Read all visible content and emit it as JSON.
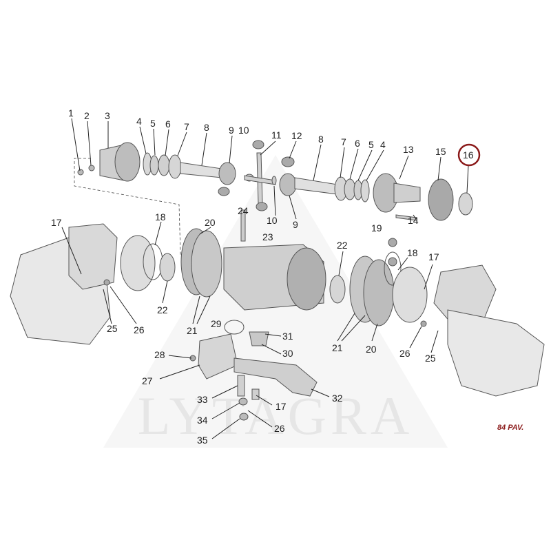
{
  "watermark": {
    "text": "LYTAGRA",
    "color": "#e6e6e6"
  },
  "page_ref": {
    "text": "84 PAV.",
    "color": "#8b1a1a"
  },
  "highlight": {
    "callout": "16",
    "color": "#8b1a1a"
  },
  "callouts": {
    "c1": "1",
    "c2": "2",
    "c3": "3",
    "c4a": "4",
    "c5a": "5",
    "c6a": "6",
    "c7a": "7",
    "c8a": "8",
    "c9a": "9",
    "c10a": "10",
    "c11": "11",
    "c12": "12",
    "c8b": "8",
    "c7b": "7",
    "c6b": "6",
    "c5b": "5",
    "c4b": "4",
    "c13": "13",
    "c15": "15",
    "c16": "16",
    "c17a": "17",
    "c18a": "18",
    "c20a": "20",
    "c24": "24",
    "c10b": "10",
    "c9b": "9",
    "c14": "14",
    "c19": "19",
    "c22a": "22",
    "c18b": "18",
    "c17b": "17",
    "c23": "23",
    "c22b": "22",
    "c21a": "21",
    "c25a": "25",
    "c26a": "26",
    "c29": "29",
    "c31": "31",
    "c30": "30",
    "c21b": "21",
    "c20b": "20",
    "c26b": "26",
    "c25b": "25",
    "c28": "28",
    "c27": "27",
    "c33": "33",
    "c17c": "17",
    "c32": "32",
    "c34": "34",
    "c26c": "26",
    "c35": "35"
  }
}
